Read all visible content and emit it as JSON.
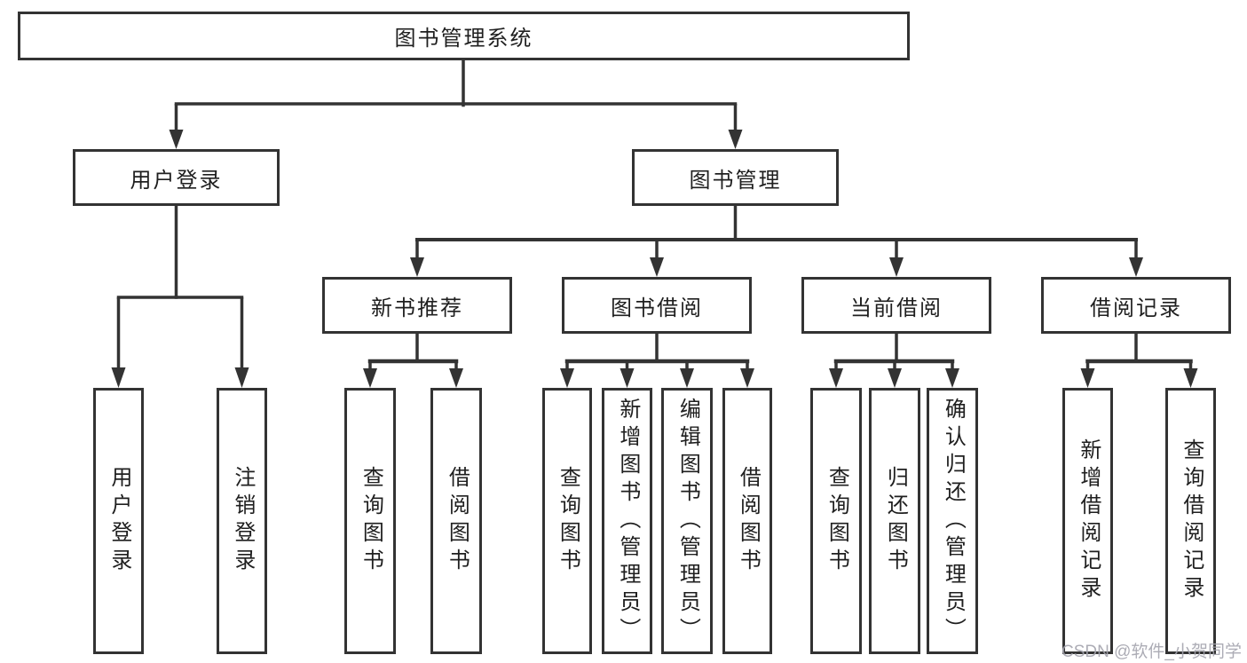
{
  "diagram": {
    "root_label": "图书管理系统",
    "branches": [
      {
        "label": "用户登录",
        "children": [
          "用户登录",
          "注销登录"
        ]
      },
      {
        "label": "图书管理",
        "sections": [
          {
            "label": "新书推荐",
            "children": [
              "查询图书",
              "借阅图书"
            ]
          },
          {
            "label": "图书借阅",
            "children": [
              "查询图书",
              "新增图书（管理员）",
              "编辑图书（管理员）",
              "借阅图书"
            ]
          },
          {
            "label": "当前借阅",
            "children": [
              "查询图书",
              "归还图书",
              "确认归还（管理员）"
            ]
          },
          {
            "label": "借阅记录",
            "children": [
              "新增借阅记录",
              "查询借阅记录"
            ]
          }
        ]
      }
    ]
  },
  "watermark": {
    "text": "CSDN @软件_小贺同学",
    "color": "#a4a4ae"
  },
  "colors": {
    "line": "#333333",
    "box_border": "#333333",
    "text": "#1f1f1f",
    "background": "#ffffff"
  }
}
